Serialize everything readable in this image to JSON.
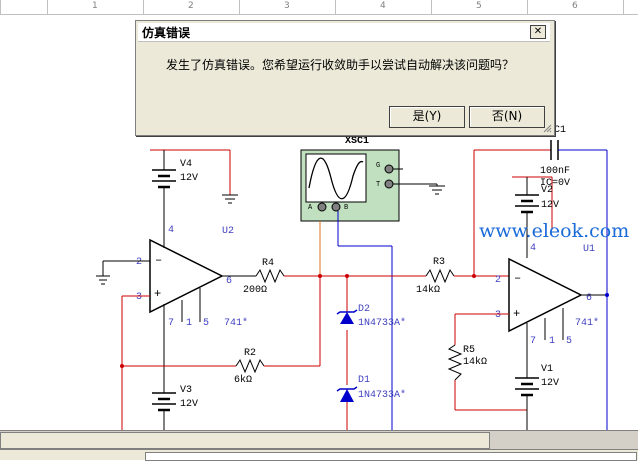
{
  "ruler": {
    "marks": [
      "1",
      "2",
      "3",
      "4",
      "5",
      "6"
    ]
  },
  "dialog": {
    "title": "仿真错误",
    "message": "发生了仿真错误。您希望运行收敛助手以尝试自动解决该问题吗？",
    "yes_label": "是(Y)",
    "no_label": "否(N)",
    "close_glyph": "✕"
  },
  "schematic": {
    "scope": {
      "name": "XSC1",
      "pin_g": "G",
      "pin_t": "T",
      "pin_a": "A",
      "pin_b": "B"
    },
    "u2": {
      "name": "U2",
      "model": "741*",
      "pin2": "2",
      "pin3": "3",
      "pin4": "4",
      "pin6": "6",
      "pin7": "7",
      "pin1": "1",
      "pin5": "5",
      "minus": "–",
      "plus": "+"
    },
    "u1": {
      "name": "U1",
      "model": "741*",
      "pin2": "2",
      "pin3": "3",
      "pin4": "4",
      "pin6": "6",
      "pin7": "7",
      "pin1": "1",
      "pin5": "5",
      "minus": "–",
      "plus": "+"
    },
    "v4": {
      "name": "V4",
      "value": "12V"
    },
    "v3": {
      "name": "V3",
      "value": "12V"
    },
    "v2": {
      "name": "V2",
      "value": "12V"
    },
    "v1": {
      "name": "V1",
      "value": "12V"
    },
    "r4": {
      "name": "R4",
      "value": "200Ω"
    },
    "r2": {
      "name": "R2",
      "value": "6kΩ"
    },
    "r3": {
      "name": "R3",
      "value": "14kΩ"
    },
    "r5": {
      "name": "R5",
      "value": "14kΩ"
    },
    "c1": {
      "name": "C1",
      "value": "100nF",
      "ic": "IC=0V"
    },
    "d2": {
      "name": "D2",
      "model": "1N4733A*"
    },
    "d1": {
      "name": "D1",
      "model": "1N4733A*"
    }
  },
  "watermark": "www.eleok.com",
  "colors": {
    "wire": "#cc0000",
    "wire_blue": "#0000cc",
    "pin_label": "#4040c0",
    "wire_orange": "#e07020",
    "scope_fill": "#c0e0c0"
  }
}
